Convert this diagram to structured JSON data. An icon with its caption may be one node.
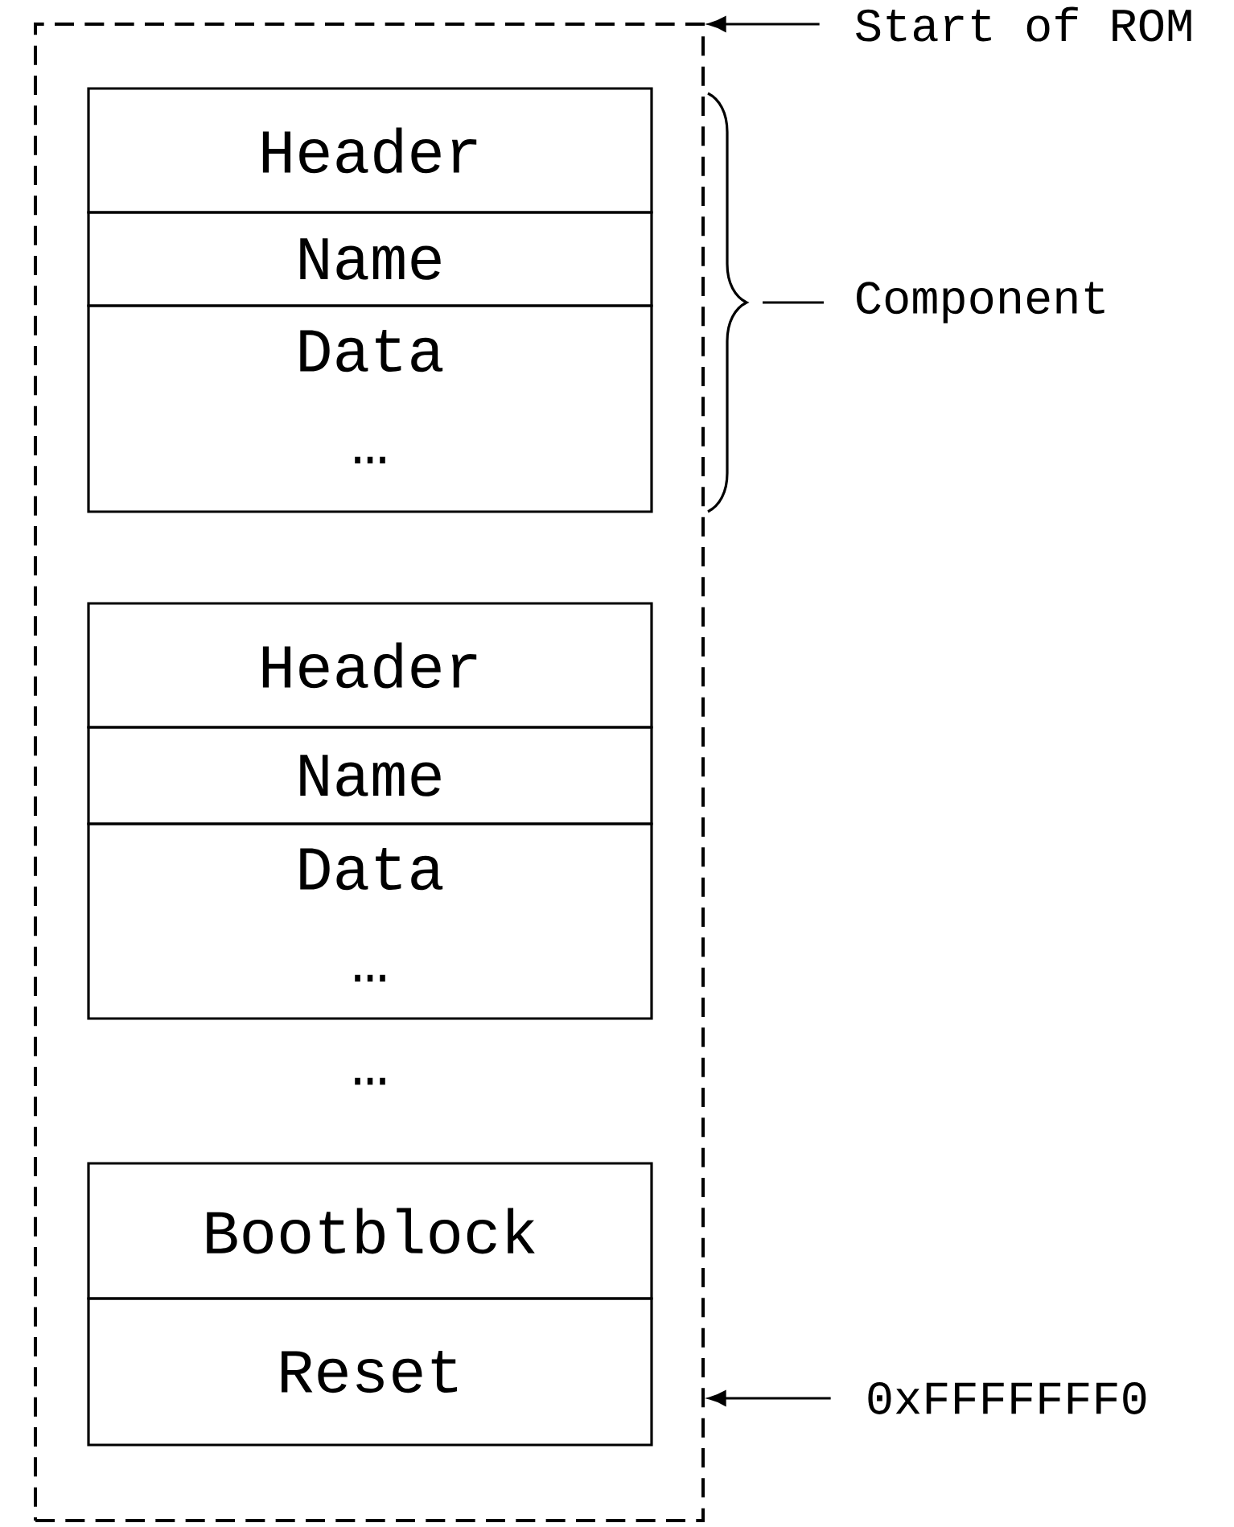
{
  "diagram": {
    "nodes": [
      {
        "text": [],
        "shape": "box"
      },
      {
        "text": [
          "Header"
        ],
        "in": 0
      },
      {
        "text": [
          "Name"
        ],
        "in": 0
      },
      {
        "text": [
          "Data",
          "…"
        ],
        "in": 0
      },
      {
        "text": [
          "Header"
        ],
        "in": 0
      },
      {
        "text": [
          "Name"
        ],
        "in": 0
      },
      {
        "text": [
          "Data",
          "…"
        ],
        "in": 0
      },
      {
        "text": [
          "Bootblock"
        ],
        "in": 0
      },
      {
        "text": [
          "Reset"
        ],
        "in": 0
      },
      {
        "text": [
          "Start of ROM"
        ]
      },
      {
        "text": [
          "0xFFFFFFF0"
        ]
      }
    ],
    "edges": [
      {
        "from": 9,
        "to": 0,
        "arrow": "to"
      },
      {
        "from": 10,
        "to": 0,
        "arrow": "to"
      }
    ],
    "labels": [
      "Component",
      "…"
    ]
  }
}
